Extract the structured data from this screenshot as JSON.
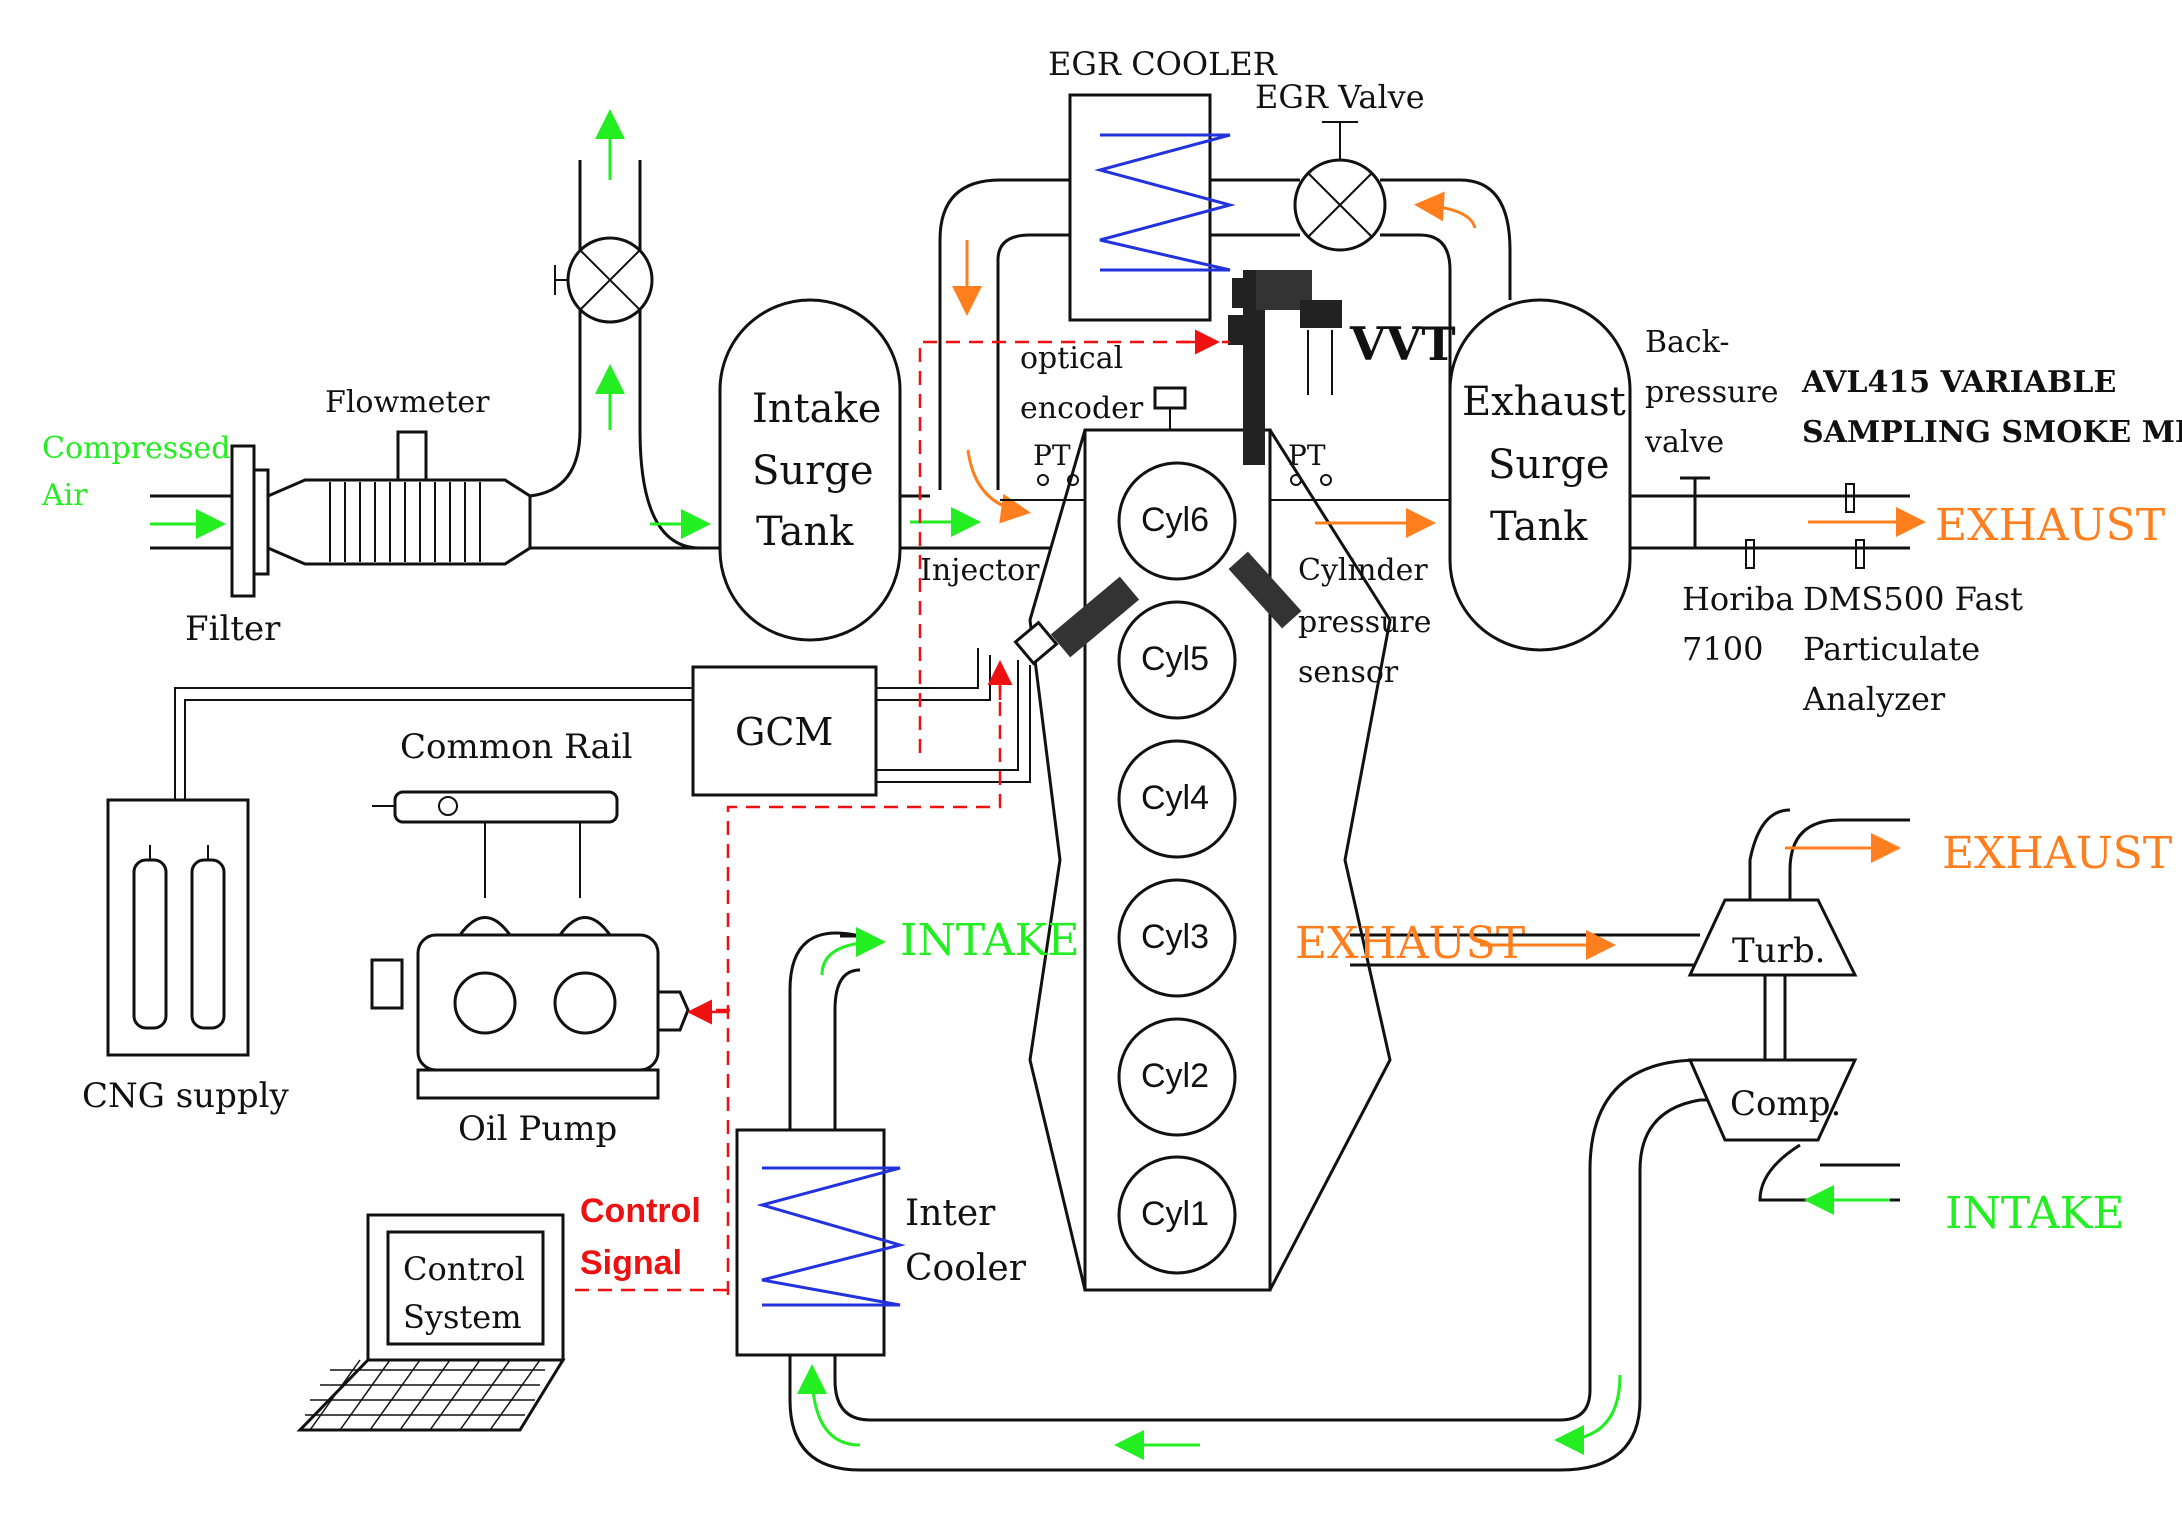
{
  "labels": {
    "compressed_air_1": "Compressed",
    "compressed_air_2": "Air",
    "filter": "Filter",
    "flowmeter": "Flowmeter",
    "intake_surge_1": "Intake",
    "intake_surge_2": "Surge",
    "intake_surge_3": "Tank",
    "egr_cooler": "EGR COOLER",
    "egr_valve": "EGR Valve",
    "optical_1": "optical",
    "optical_2": "encoder",
    "pt_left": "PT",
    "pt_right": "PT",
    "vvt": "VVT",
    "exhaust_surge_1": "Exhaust",
    "exhaust_surge_2": "Surge",
    "exhaust_surge_3": "Tank",
    "back_1": "Back-",
    "back_2": "pressure",
    "back_3": "valve",
    "avl_1": "AVL415 VARIABLE",
    "avl_2": "SAMPLING SMOKE METER",
    "exhaust_top": "EXHAUST",
    "horiba_1": "Horiba",
    "horiba_2": "7100",
    "dms_1": "DMS500 Fast",
    "dms_2": "Particulate",
    "dms_3": "Analyzer",
    "injector": "Injector",
    "cyl_pressure_1": "Cylinder",
    "cyl_pressure_2": "pressure",
    "cyl_pressure_3": "sensor",
    "gcm": "GCM",
    "common_rail": "Common Rail",
    "cng_supply": "CNG supply",
    "oil_pump": "Oil Pump",
    "cyl6": "Cyl6",
    "cyl5": "Cyl5",
    "cyl4": "Cyl4",
    "cyl3": "Cyl3",
    "cyl2": "Cyl2",
    "cyl1": "Cyl1",
    "intake_mid": "INTAKE",
    "exhaust_mid": "EXHAUST",
    "exhaust_right": "EXHAUST",
    "intake_right": "INTAKE",
    "turb": "Turb.",
    "comp": "Comp.",
    "control_signal_1": "Control",
    "control_signal_2": "Signal",
    "control_system_1": "Control",
    "control_system_2": "System",
    "intercooler_1": "Inter",
    "intercooler_2": "Cooler"
  },
  "colors": {
    "green": "#22ee22",
    "orange": "#ff7f1e",
    "red": "#ee1111",
    "blue": "#2233dd",
    "line": "#111111"
  }
}
